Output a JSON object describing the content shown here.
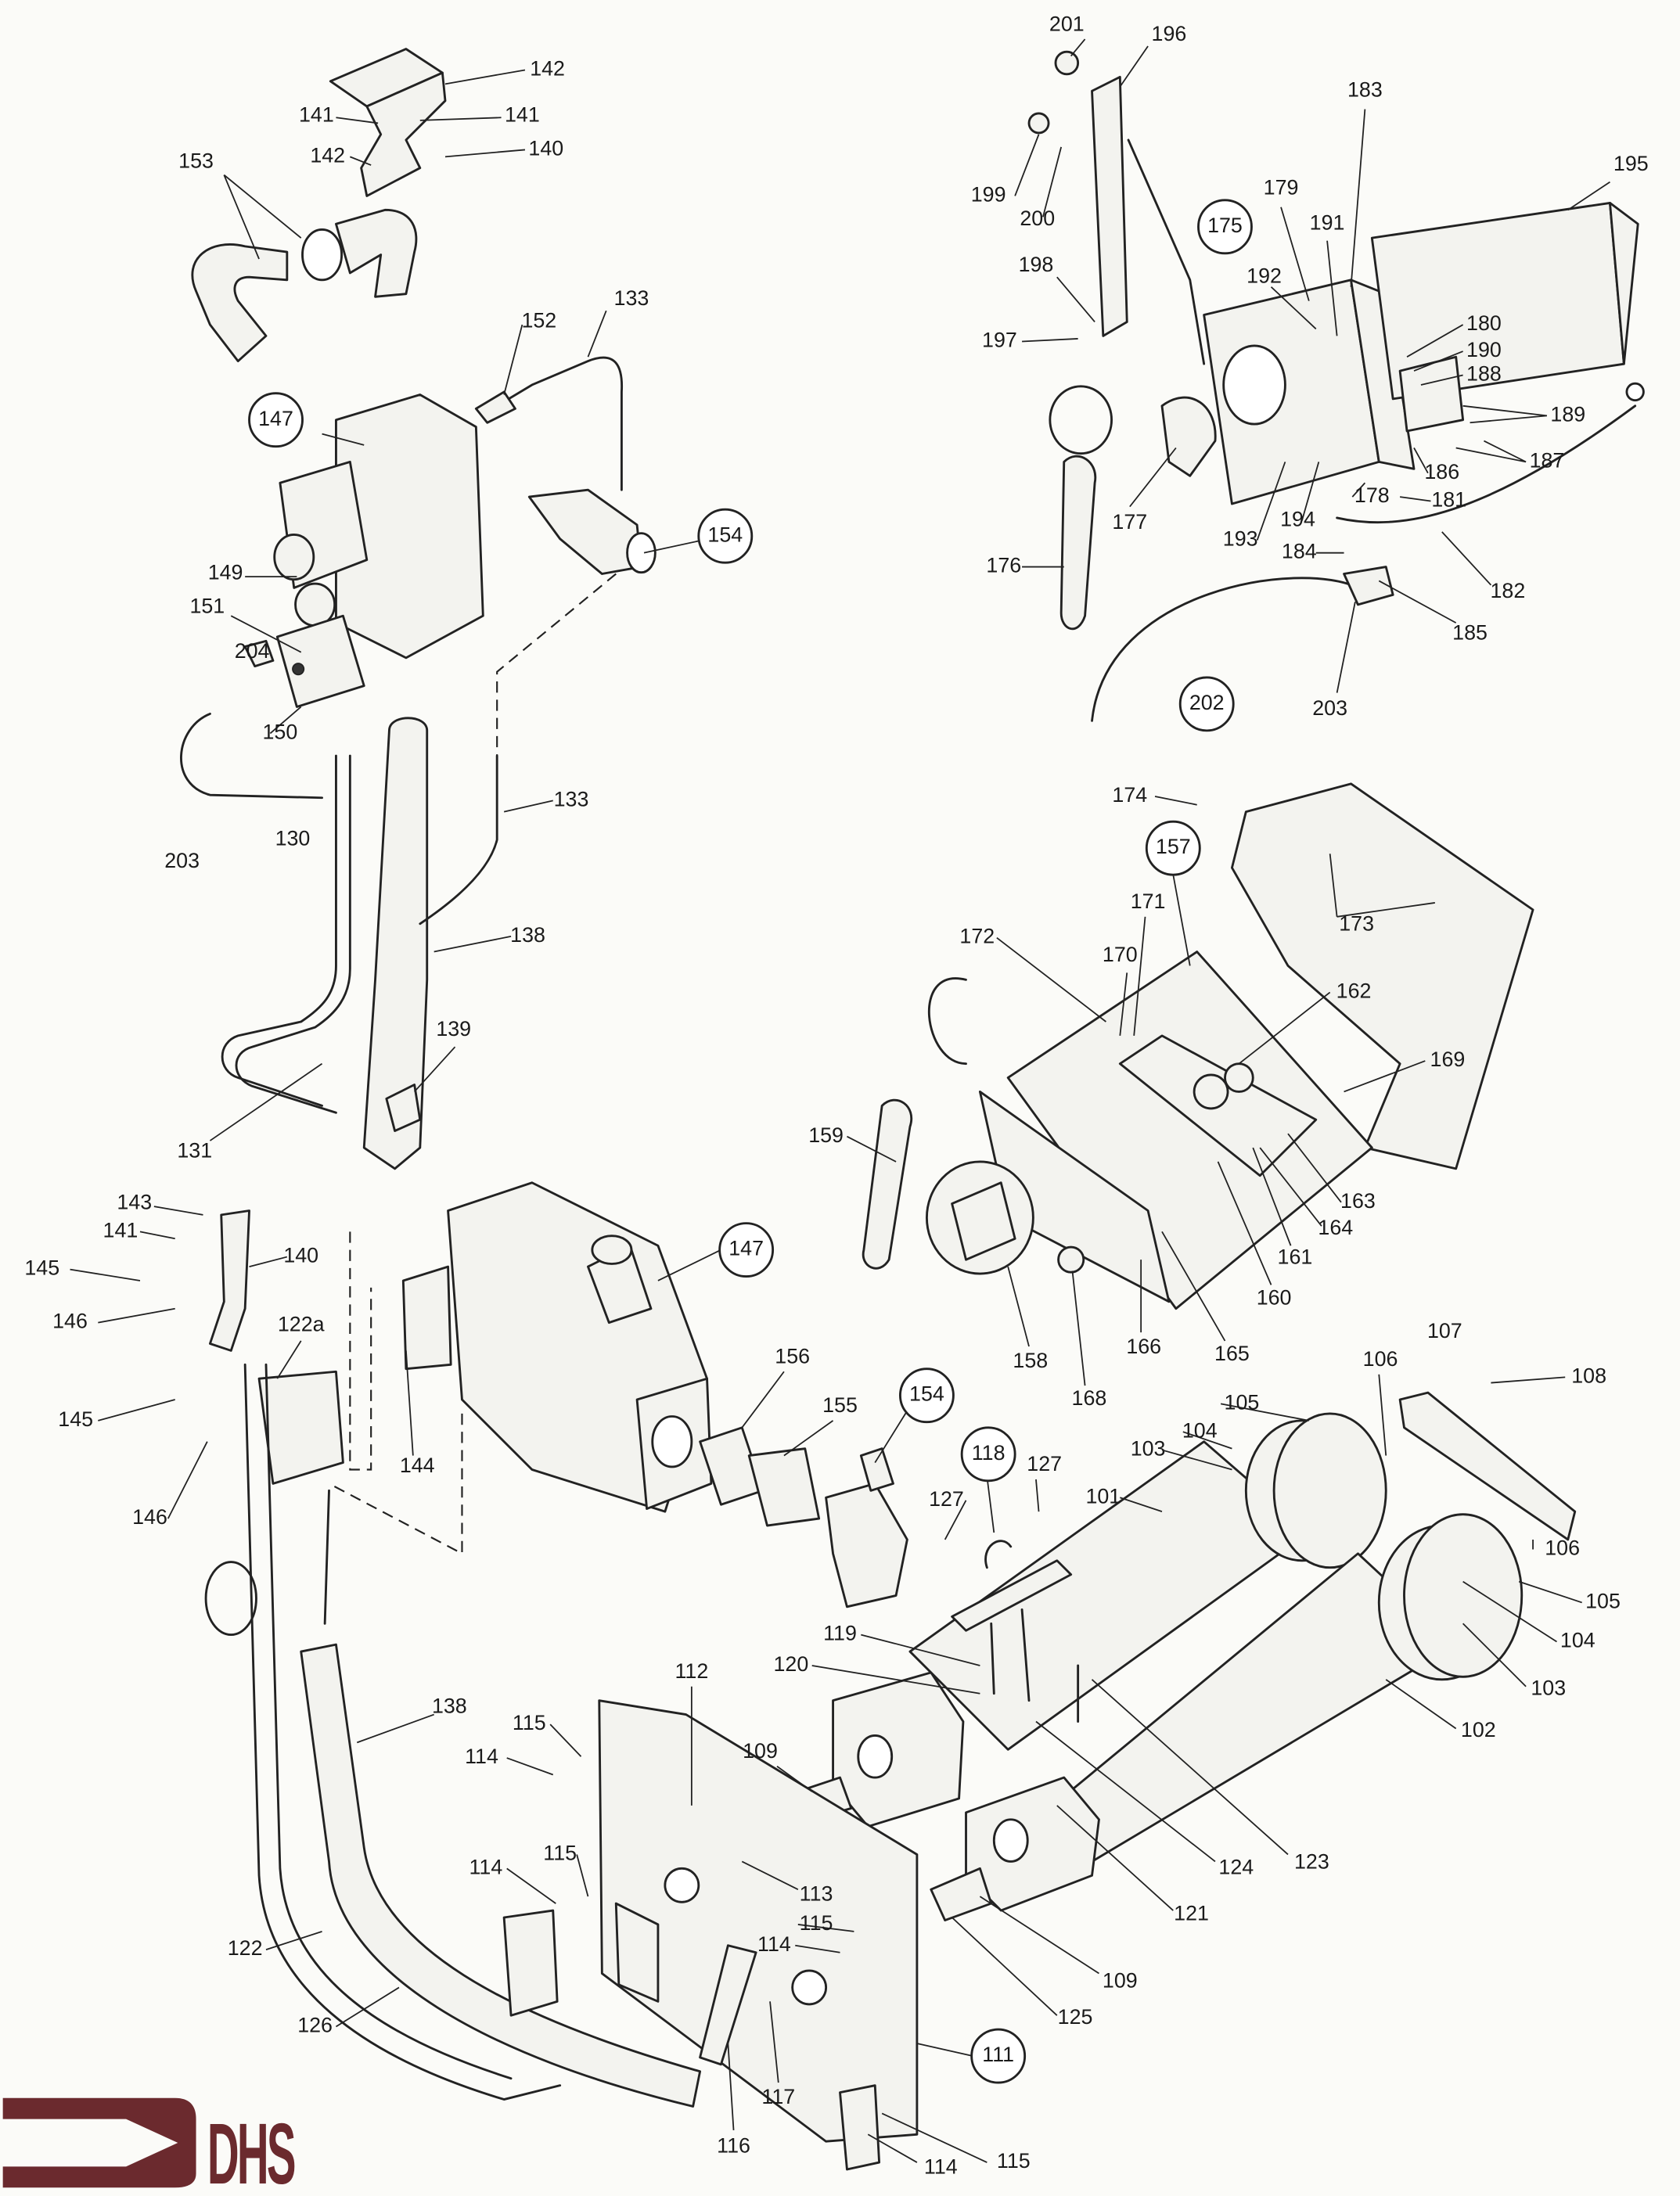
{
  "brand": {
    "logo_text": "DHS",
    "color": "#6b2a2e"
  },
  "labels": [
    "201",
    "196",
    "142",
    "141",
    "141",
    "183",
    "195",
    "153",
    "142",
    "140",
    "199",
    "200",
    "179",
    "191",
    "175",
    "198",
    "192",
    "133",
    "152",
    "197",
    "180",
    "190",
    "188",
    "189",
    "147",
    "187",
    "186",
    "178",
    "181",
    "154",
    "177",
    "193",
    "194",
    "184",
    "176",
    "182",
    "149",
    "151",
    "185",
    "204",
    "150",
    "202",
    "203",
    "203",
    "130",
    "133",
    "174",
    "157",
    "173",
    "172",
    "171",
    "170",
    "138",
    "162",
    "139",
    "169",
    "131",
    "159",
    "143",
    "141",
    "140",
    "147",
    "145",
    "146",
    "122a",
    "163",
    "164",
    "161",
    "160",
    "158",
    "165",
    "166",
    "168",
    "156",
    "155",
    "154",
    "107",
    "106",
    "108",
    "105",
    "104",
    "103",
    "144",
    "145",
    "118",
    "127",
    "127",
    "146",
    "101",
    "106",
    "105",
    "104",
    "119",
    "120",
    "112",
    "103",
    "102",
    "138",
    "115",
    "114",
    "109",
    "123",
    "124",
    "113",
    "114",
    "115",
    "121",
    "115",
    "114",
    "122",
    "109",
    "126",
    "125",
    "111",
    "117",
    "116",
    "114",
    "115"
  ]
}
